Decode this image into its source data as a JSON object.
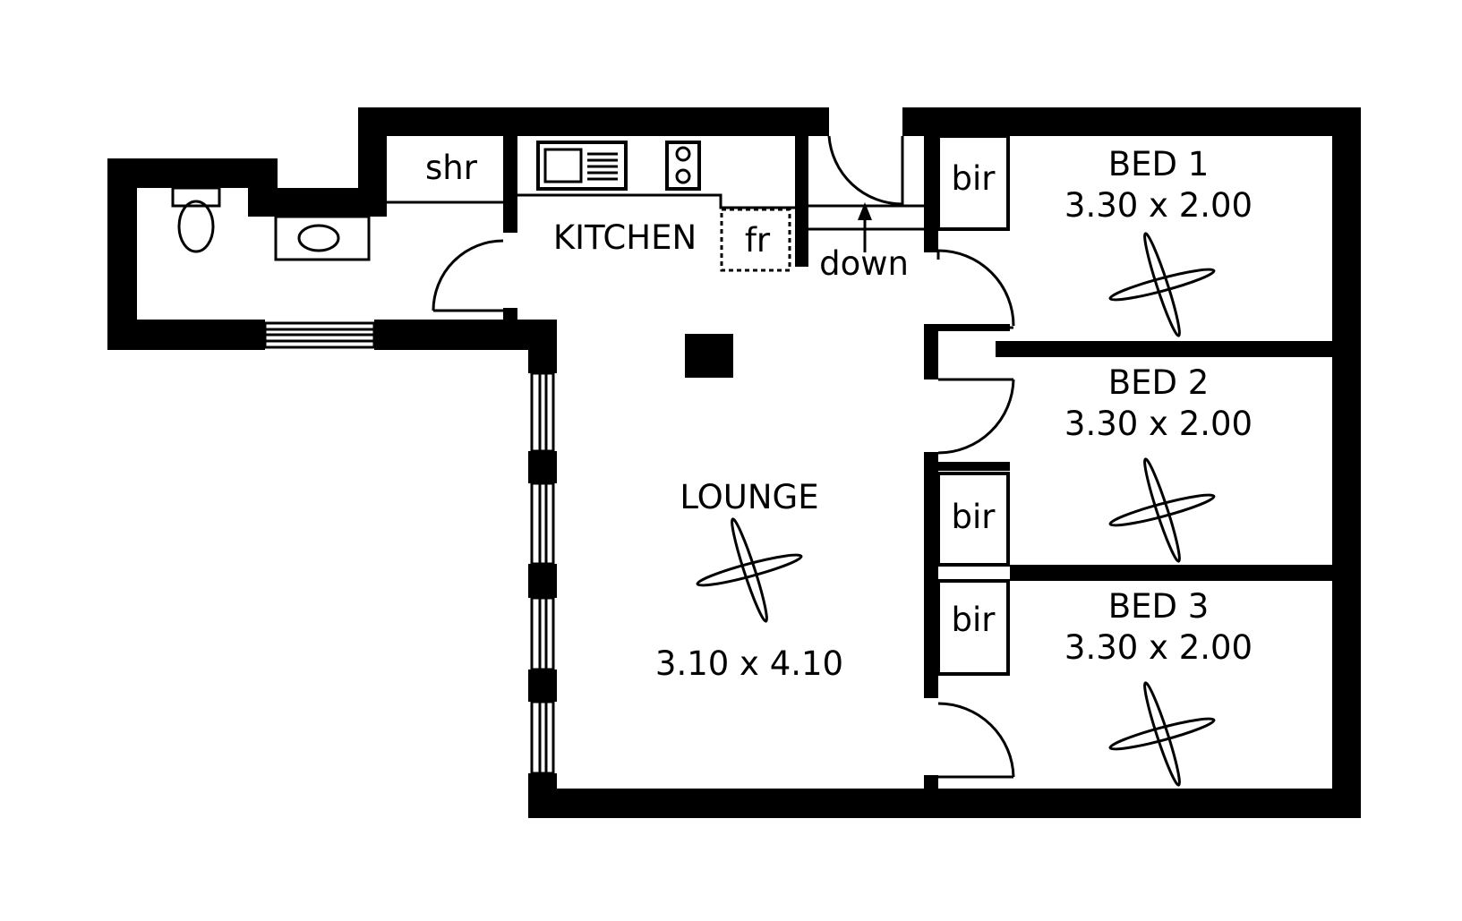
{
  "colors": {
    "wall": "#000000",
    "background": "#ffffff"
  },
  "rooms": {
    "lounge": {
      "name": "LOUNGE",
      "dimensions": "3.10 x 4.10"
    },
    "kitchen": {
      "name": "KITCHEN"
    },
    "bed1": {
      "name": "BED 1",
      "dimensions": "3.30 x 2.00"
    },
    "bed2": {
      "name": "BED 2",
      "dimensions": "3.30 x 2.00"
    },
    "bed3": {
      "name": "BED 3",
      "dimensions": "3.30 x 2.00"
    }
  },
  "fixtures": {
    "shower": "shr",
    "fridge": "fr",
    "stairs": "down",
    "bir1": "bir",
    "bir2": "bir",
    "bir3": "bir"
  },
  "icons": [
    "toilet-icon",
    "basin-icon",
    "sink-icon",
    "cooktop-icon",
    "ceiling-fan-icon",
    "stairs-arrow-icon"
  ]
}
